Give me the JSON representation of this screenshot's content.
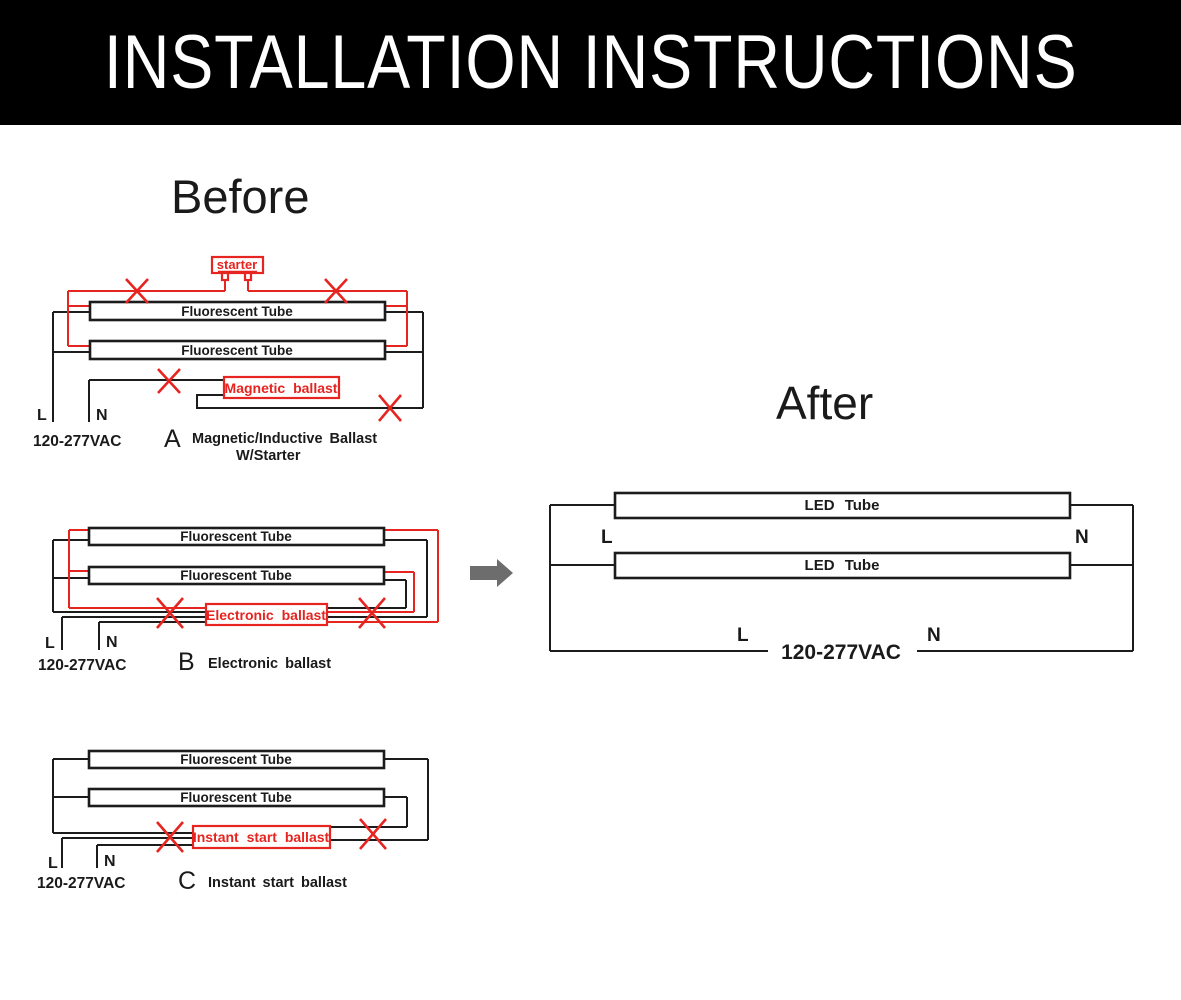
{
  "header": {
    "title": "INSTALLATION INSTRUCTIONS"
  },
  "headings": {
    "before": "Before",
    "after": "After"
  },
  "colors": {
    "header_bg": "#000000",
    "header_text": "#ffffff",
    "wire_black": "#1c1c1c",
    "accent_red": "#e62420",
    "arrow_gray": "#6d6d6d"
  },
  "diagram_a": {
    "starter": "starter",
    "tube_top": "Fluorescent Tube",
    "tube_bottom": "Fluorescent Tube",
    "ballast": "Magnetic ballast",
    "terminal_l": "L",
    "terminal_n": "N",
    "voltage": "120-277VAC",
    "index": "A",
    "caption": "Magnetic/Inductive Ballast",
    "caption_line2": "W/Starter"
  },
  "diagram_b": {
    "tube_top": "Fluorescent Tube",
    "tube_bottom": "Fluorescent Tube",
    "ballast": "Electronic ballast",
    "terminal_l": "L",
    "terminal_n": "N",
    "voltage": "120-277VAC",
    "index": "B",
    "caption": "Electronic ballast"
  },
  "diagram_c": {
    "tube_top": "Fluorescent Tube",
    "tube_bottom": "Fluorescent Tube",
    "ballast": "Instant start ballast",
    "terminal_l": "L",
    "terminal_n": "N",
    "voltage": "120-277VAC",
    "index": "C",
    "caption": "Instant start ballast"
  },
  "after_diagram": {
    "tube_top": "LED Tube",
    "tube_bottom": "LED Tube",
    "label_l_top": "L",
    "label_n_top": "N",
    "label_l_bottom": "L",
    "label_n_bottom": "N",
    "voltage": "120-277VAC"
  }
}
